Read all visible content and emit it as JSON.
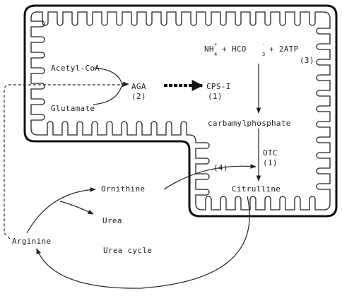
{
  "labels": {
    "acetyl_coa": "Acetyl-CoA",
    "glutamate": "Glutamate",
    "aga": "AGA",
    "aga_num": "(2)",
    "cps": "CPS-I",
    "cps_num": "(1)",
    "nh": "NH",
    "nh_sup": "+",
    "nh_sub": "4",
    "hco_plus": "+ HCO",
    "hco_sup": "-",
    "hco_sub": "3",
    "atp": "+ 2ATP",
    "atp_num": "(3)",
    "carbamyl": "carbamylphosphate",
    "otc": "OTC",
    "otc_num": "(1)",
    "citrulline": "Citrulline",
    "num4": "(4)",
    "ornithine": "Ornithine",
    "urea": "Urea",
    "arginine": "Arginine",
    "urea_cycle": "Urea cycle"
  }
}
